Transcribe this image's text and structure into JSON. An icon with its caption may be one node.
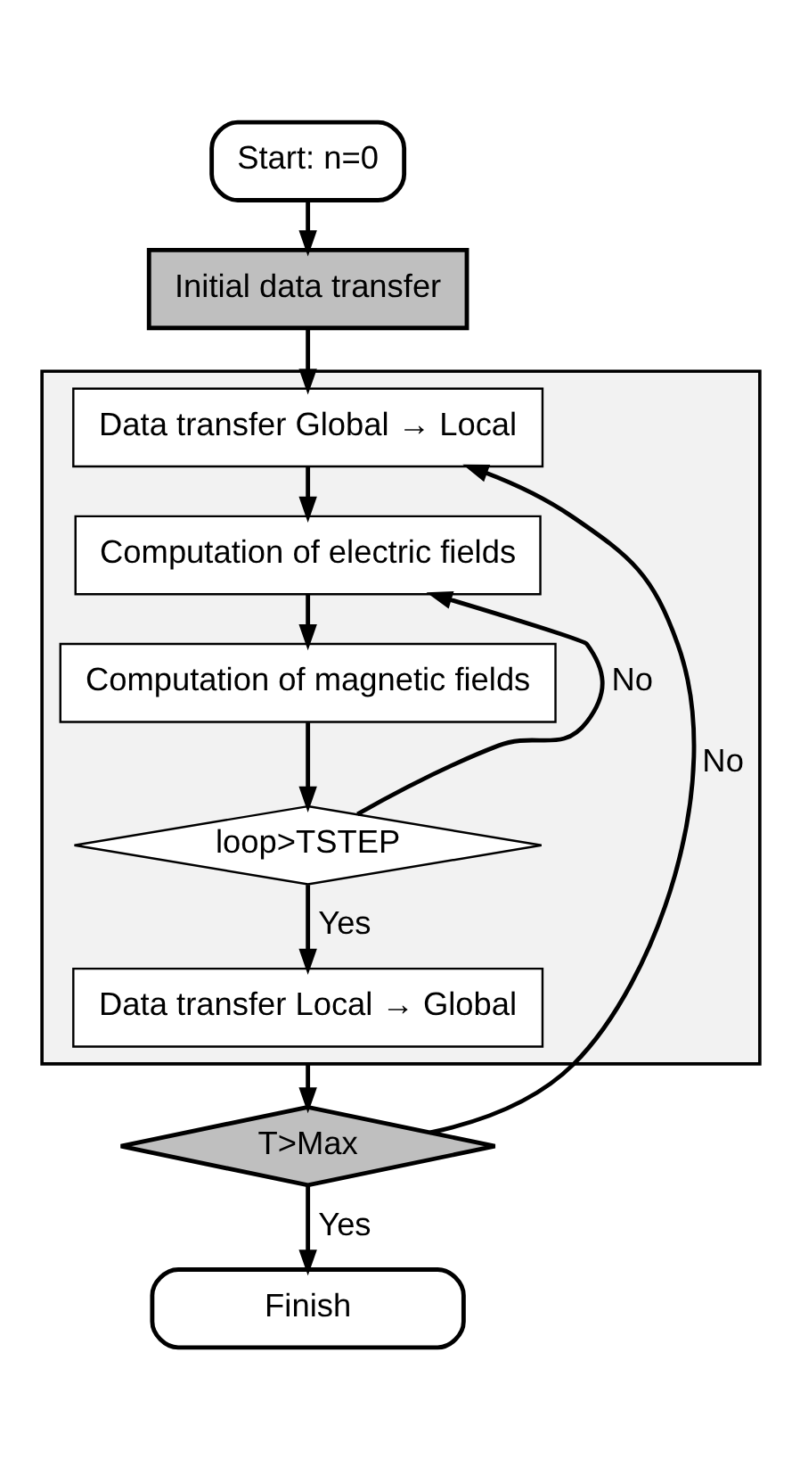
{
  "diagram": {
    "nodes": [
      {
        "text": [
          "Start: n=0"
        ]
      },
      {
        "text": [
          "Initial data transfer"
        ]
      },
      {
        "text": [],
        "shape": "box"
      },
      {
        "text": [
          "Data transfer Global → Local"
        ],
        "in": 2
      },
      {
        "text": [
          "Computation of electric fields"
        ],
        "in": 2
      },
      {
        "text": [
          "Computation of magnetic fields"
        ],
        "in": 2
      },
      {
        "text": [
          "loop>TSTEP"
        ],
        "in": 2
      },
      {
        "text": [
          "Data transfer Local → Global"
        ],
        "in": 2
      },
      {
        "text": [
          "T>Max"
        ]
      },
      {
        "text": [
          "Finish"
        ]
      }
    ],
    "edges": [
      {
        "from": 0,
        "to": 1,
        "arrow": "to"
      },
      {
        "from": 1,
        "to": 3,
        "arrow": "to"
      },
      {
        "from": 3,
        "to": 4,
        "arrow": "to"
      },
      {
        "from": 4,
        "to": 5,
        "arrow": "to"
      },
      {
        "from": 5,
        "to": 6,
        "arrow": "to"
      },
      {
        "from": 6,
        "to": 4,
        "label": "No",
        "arrow": "to"
      },
      {
        "from": 6,
        "to": 7,
        "label": "Yes",
        "arrow": "to"
      },
      {
        "from": 2,
        "to": 8,
        "arrow": "to"
      },
      {
        "from": 8,
        "to": 3,
        "label": "No",
        "arrow": "to"
      },
      {
        "from": 8,
        "to": 9,
        "label": "Yes",
        "arrow": "to"
      }
    ]
  }
}
